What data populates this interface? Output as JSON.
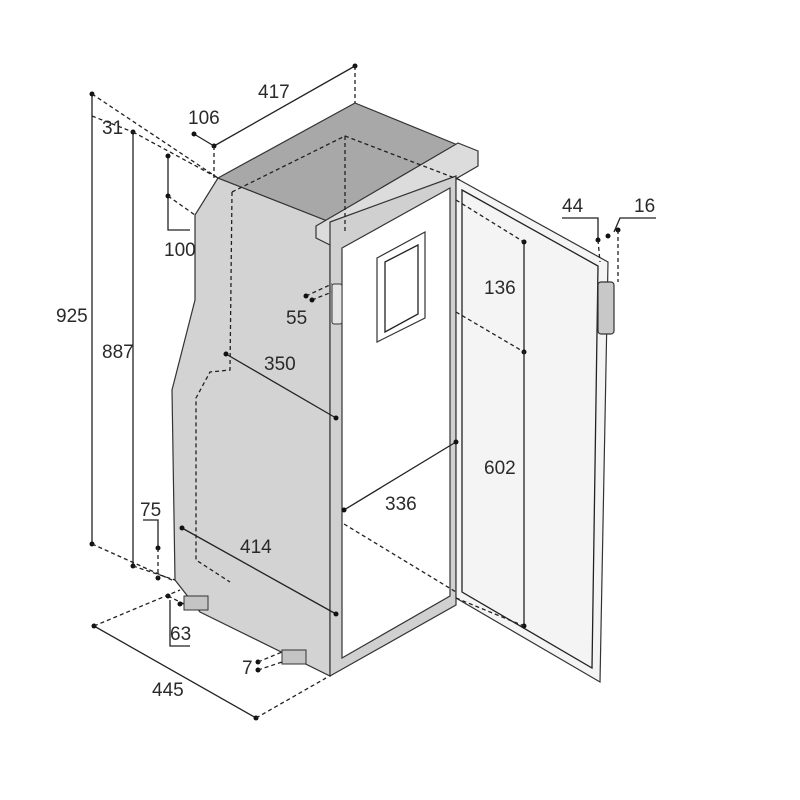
{
  "colors": {
    "body": "#d3d3d3",
    "top": "#a8a8a8",
    "lid": "#dcdcdc",
    "interior": "#ffffff",
    "line": "#222222",
    "text": "#2a2a2a"
  },
  "dimensions": {
    "total_height": "925",
    "body_height": "887",
    "top_offset": "31",
    "top_depth": "417",
    "rear_step": "106",
    "rear_step_height": "100",
    "inner_depth_upper": "350",
    "hinge_offset": "55",
    "bottom_depth": "414",
    "foot_height": "75",
    "foot_offset": "63",
    "base_depth": "445",
    "foot_small": "7",
    "shelf_depth": "336",
    "freezer_height": "136",
    "fridge_height": "602",
    "door_thickness": "44",
    "handle_depth": "16"
  }
}
